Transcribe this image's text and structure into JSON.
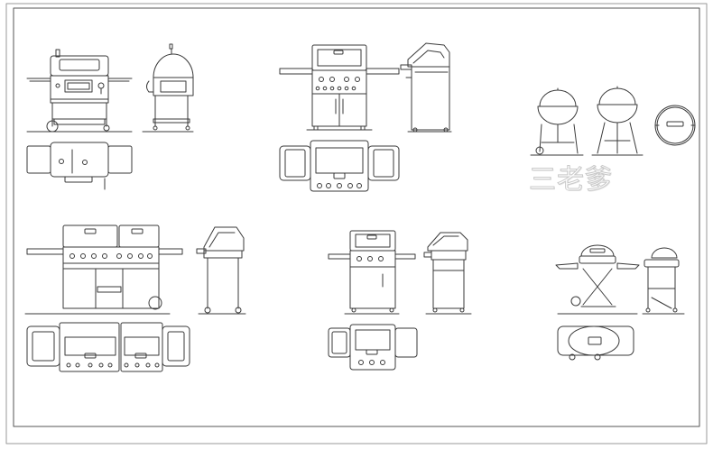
{
  "drawing": {
    "stroke_color": "#3a3a3a",
    "frame_color": "#7a7a7a",
    "background": "#ffffff",
    "groups": [
      {
        "id": "charcoal-barrel-grill",
        "views": [
          "front",
          "side",
          "top"
        ]
      },
      {
        "id": "gas-grill-3-burner",
        "views": [
          "front",
          "side",
          "top"
        ]
      },
      {
        "id": "kettle-grill",
        "views": [
          "front",
          "side",
          "top"
        ]
      },
      {
        "id": "large-gas-grill-double-hood",
        "views": [
          "front",
          "side",
          "top"
        ]
      },
      {
        "id": "compact-gas-grill",
        "views": [
          "front",
          "side",
          "top"
        ]
      },
      {
        "id": "portable-folding-grill",
        "views": [
          "front",
          "side",
          "top"
        ]
      }
    ]
  },
  "watermark": {
    "text": "三老爹"
  }
}
